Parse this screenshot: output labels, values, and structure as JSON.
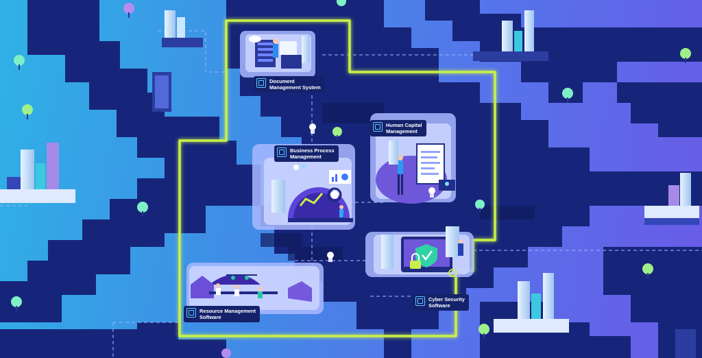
{
  "colors": {
    "road": "#16257a",
    "road_dark": "#0f1b5e",
    "path_highlight": "#c8f04a",
    "card_fill": "#a9b8ff",
    "label_bg": "#15226b"
  },
  "hubs": [
    {
      "id": "document",
      "label": "Document\nManagement System",
      "icon": "document-icon"
    },
    {
      "id": "human-capital",
      "label": "Human Capital\nManagement",
      "icon": "people-icon"
    },
    {
      "id": "business-process",
      "label": "Business Process\nManagement",
      "icon": "flow-icon"
    },
    {
      "id": "cyber-security",
      "label": "Cyber Security\nSoftware",
      "icon": "shield-icon"
    },
    {
      "id": "resource",
      "label": "Resource Management\nSoftware",
      "icon": "resource-icon"
    }
  ]
}
